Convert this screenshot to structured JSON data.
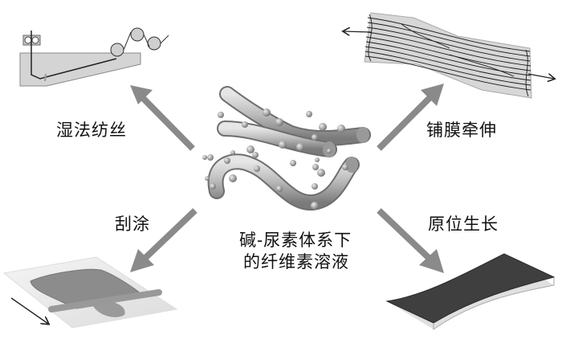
{
  "center": {
    "line1": "碱-尿素体系下",
    "line2": "的纤维素溶液"
  },
  "methods": {
    "wet_spinning": "湿法纺丝",
    "film_stretching": "铺膜牵伸",
    "blade_coating": "刮涂",
    "in_situ_growth": "原位生长"
  },
  "colors": {
    "arrow": "#8a8a8a",
    "fiber": "#b8b8b8",
    "film_dark": "#3f3f3f"
  }
}
